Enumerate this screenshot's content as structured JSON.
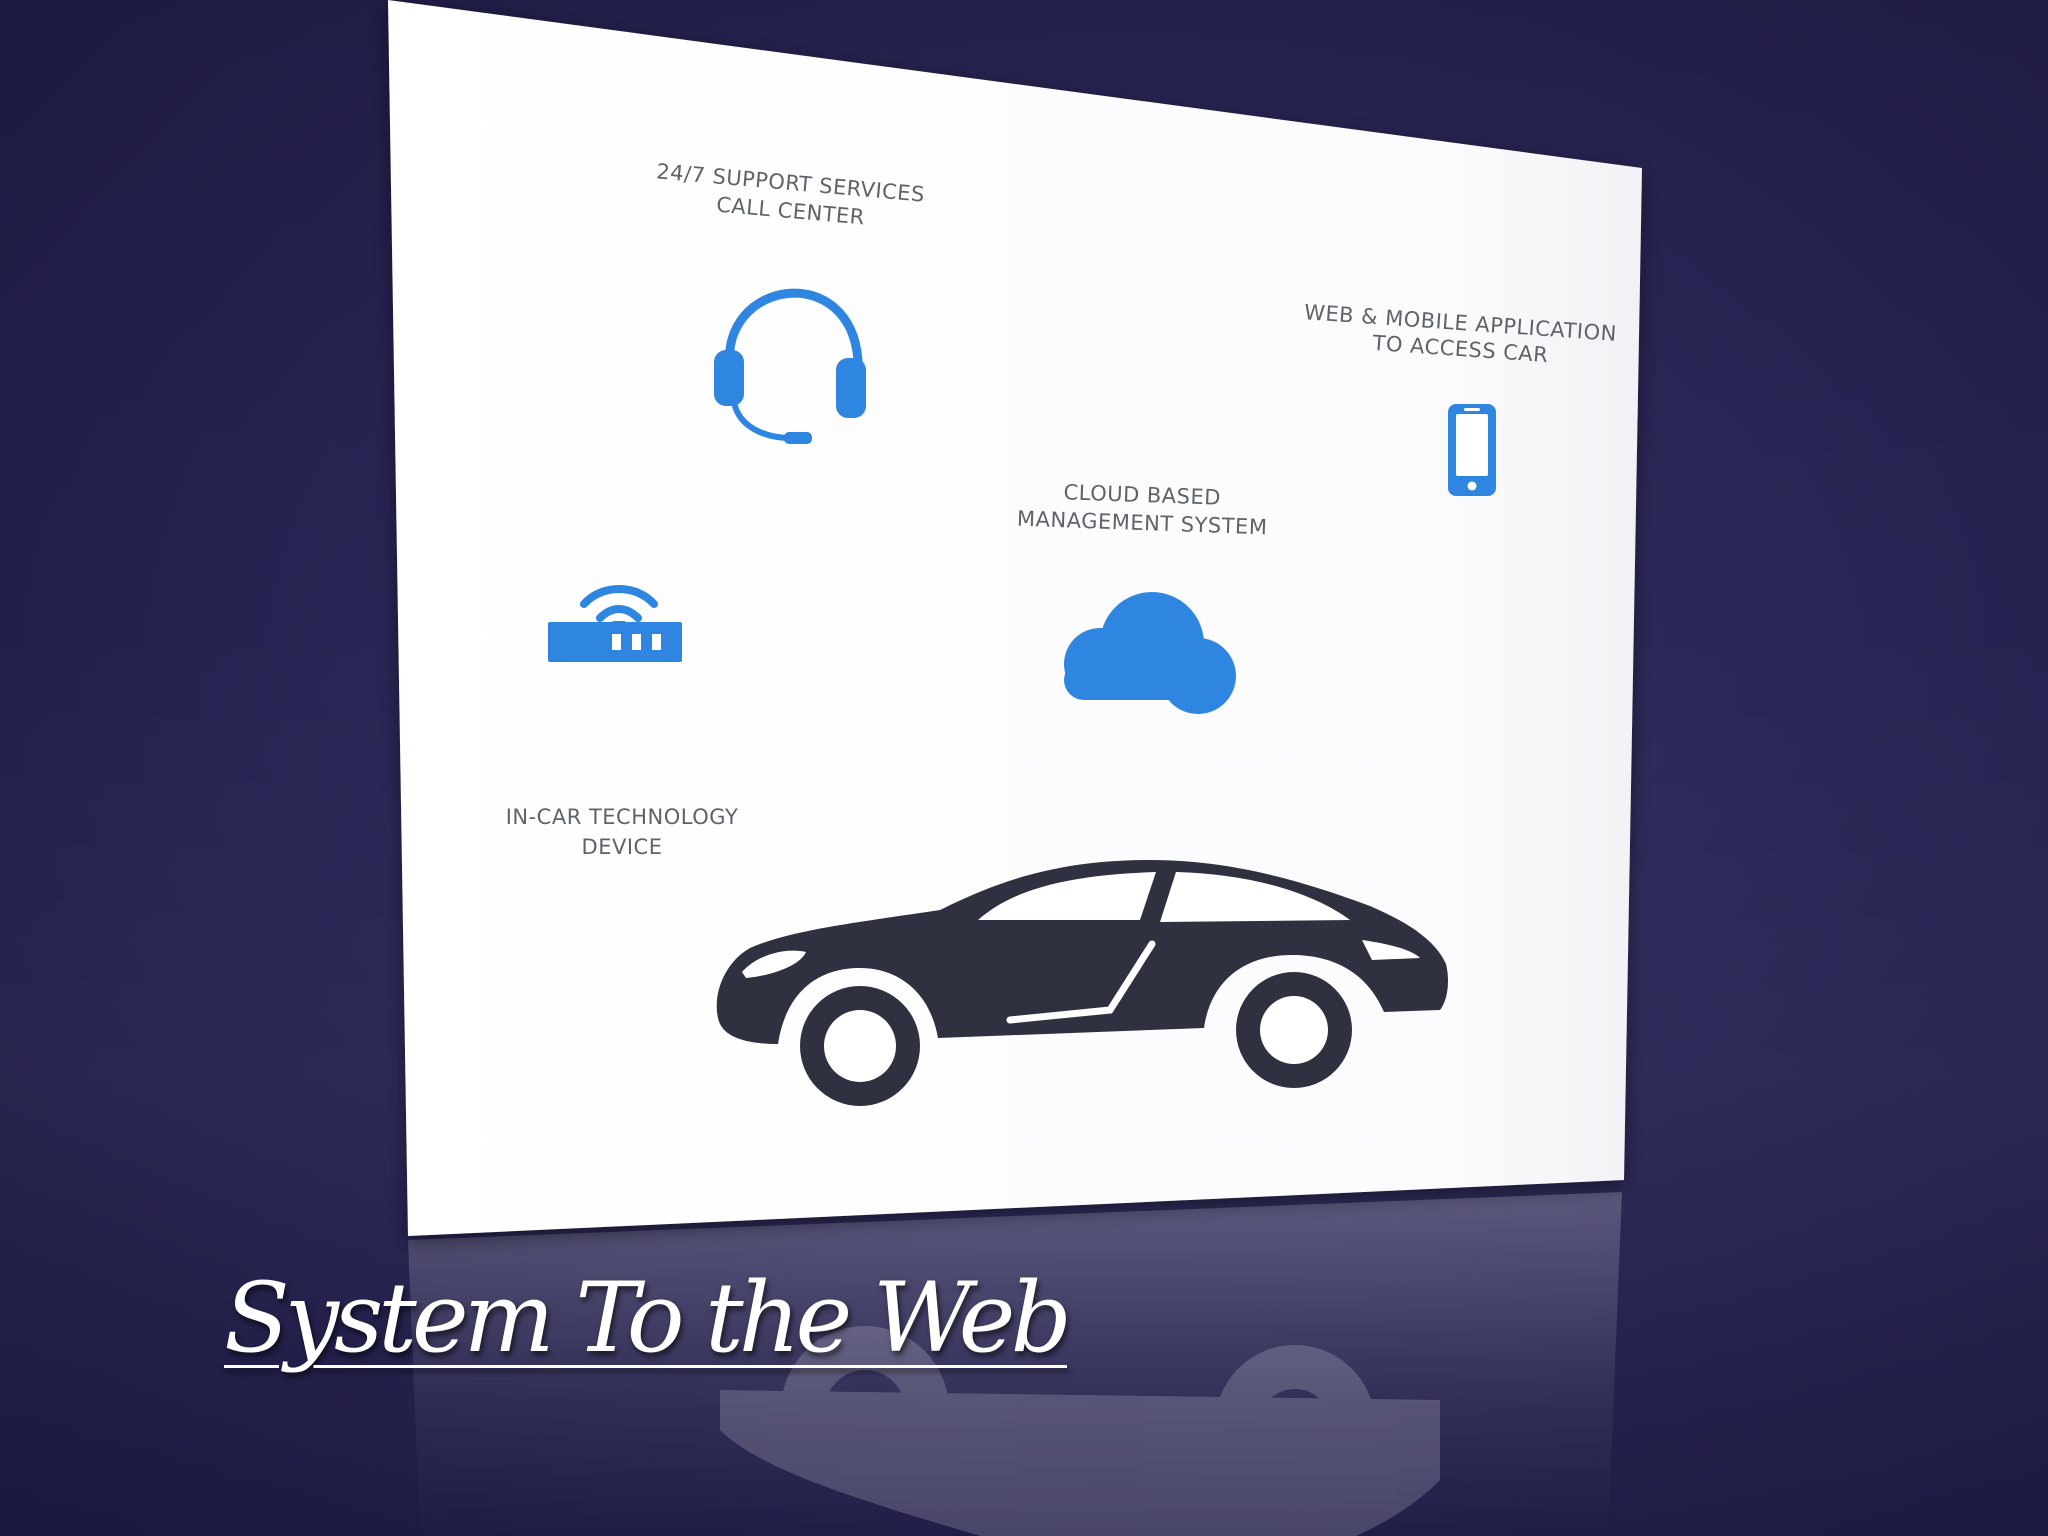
{
  "slide": {
    "title": "System To the Web"
  },
  "diagram": {
    "support_line1": "24/7 SUPPORT SERVICES",
    "support_line2": "CALL CENTER",
    "webapp_line1": "WEB & MOBILE APPLICATION",
    "webapp_line2": "TO ACCESS CAR",
    "cloud_line1": "CLOUD BASED",
    "cloud_line2": "MANAGEMENT SYSTEM",
    "device_line1": "IN-CAR TECHNOLOGY",
    "device_line2": "DEVICE"
  },
  "colors": {
    "background": "#2a2757",
    "icon_blue": "#2f86e0",
    "car": "#2f3140",
    "label_gray": "#5f6368"
  },
  "icons": [
    "headset-icon",
    "smartphone-icon",
    "router-icon",
    "cloud-icon",
    "car-icon"
  ]
}
